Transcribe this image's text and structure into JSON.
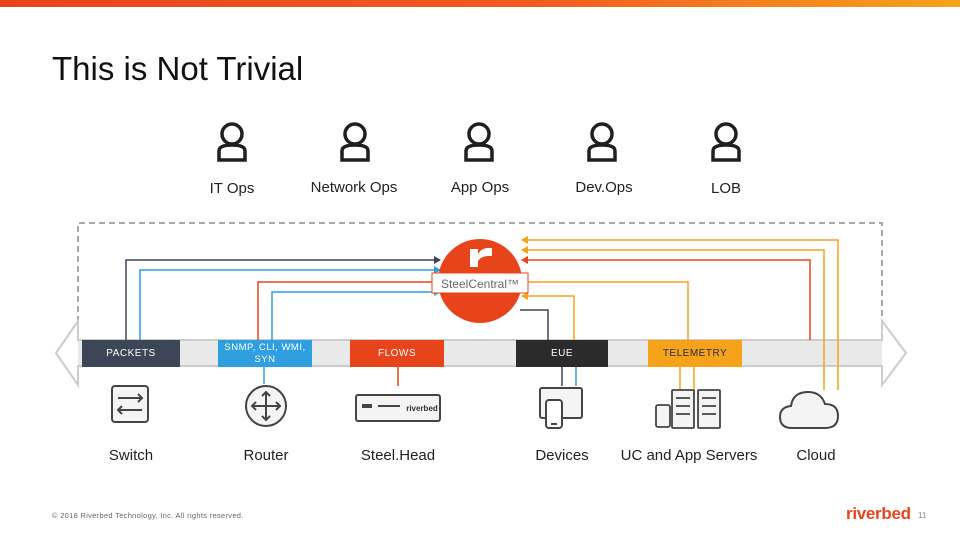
{
  "title": "This is Not Trivial",
  "personas": [
    {
      "label": "IT Ops"
    },
    {
      "label": "Network Ops"
    },
    {
      "label": "App Ops"
    },
    {
      "label": "Dev.Ops"
    },
    {
      "label": "LOB"
    }
  ],
  "hub": {
    "label": "SteelCentral™"
  },
  "chips": [
    {
      "label": "PACKETS"
    },
    {
      "label": "SNMP, CLI, WMI, SYN"
    },
    {
      "label": "FLOWS"
    },
    {
      "label": "EUE"
    },
    {
      "label": "TELEMETRY"
    }
  ],
  "devices": [
    {
      "label": "Switch"
    },
    {
      "label": "Router"
    },
    {
      "label": "Steel.Head"
    },
    {
      "label": "Devices"
    },
    {
      "label": "UC and App Servers"
    },
    {
      "label": "Cloud"
    }
  ],
  "appliance_brand": "riverbed",
  "colors": {
    "brand_orange": "#e8441c",
    "packets": "#3d4656",
    "snmp": "#2f9fe0",
    "flows": "#e8441c",
    "eue": "#2b2b2b",
    "telemetry": "#f6a21b",
    "telemetry_text": "#2b2b2b",
    "dashed_border": "#a8a8a8",
    "band": "#d6d6d6"
  },
  "footer": {
    "copyright": "© 2018 Riverbed Technology, Inc. All rights reserved.",
    "brand": "riverbed",
    "page": "11"
  }
}
